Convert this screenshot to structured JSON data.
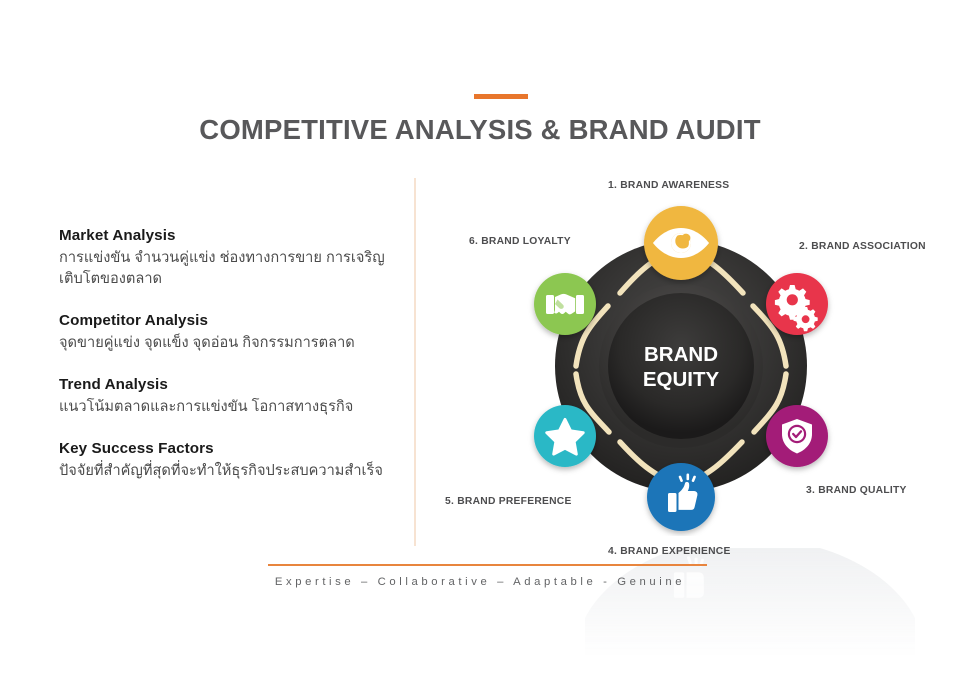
{
  "slide": {
    "title": "COMPETITIVE ANALYSIS & BRAND AUDIT",
    "accent_color": "#E8762C",
    "title_color": "#58585A",
    "background": "#FFFFFF"
  },
  "left_column": {
    "blocks": [
      {
        "heading": "Market Analysis",
        "body": "การแข่งขัน จำนวนคู่แข่ง ช่องทางการขาย การเจริญเติบโตของตลาด"
      },
      {
        "heading": "Competitor Analysis",
        "body": "จุดขายคู่แข่ง จุดแข็ง จุดอ่อน กิจกรรมการตลาด"
      },
      {
        "heading": "Trend Analysis",
        "body": "แนวโน้มตลาดและการแข่งขัน โอกาสทางธุรกิจ"
      },
      {
        "heading": "Key Success Factors",
        "body": "ปัจจัยที่สำคัญที่สุดที่จะทำให้ธุรกิจประสบความสำเร็จ"
      }
    ]
  },
  "diagram": {
    "center_line1": "BRAND",
    "center_line2": "EQUITY",
    "ring_color": "#2F2E2E",
    "ribbon_color": "#F2E3BC",
    "nodes": [
      {
        "number": "1",
        "label": "1. BRAND AWARENESS",
        "color": "#F0B740",
        "icon": "eye-icon"
      },
      {
        "number": "2",
        "label": "2. BRAND ASSOCIATION",
        "color": "#E8364B",
        "icon": "gears-icon"
      },
      {
        "number": "3",
        "label": "3. BRAND QUALITY",
        "color": "#A31D78",
        "icon": "shield-check-icon"
      },
      {
        "number": "4",
        "label": "4. BRAND EXPERIENCE",
        "color": "#1A75B8",
        "icon": "thumbs-up-icon"
      },
      {
        "number": "5",
        "label": "5. BRAND PREFERENCE",
        "color": "#2CB8C6",
        "icon": "star-icon"
      },
      {
        "number": "6",
        "label": "6. BRAND LOYALTY",
        "color": "#8CC751",
        "icon": "handshake-icon"
      }
    ]
  },
  "footer": {
    "rule_color": "#E8853E",
    "tagline": "Expertise – Collaborative – Adaptable - Genuine"
  }
}
